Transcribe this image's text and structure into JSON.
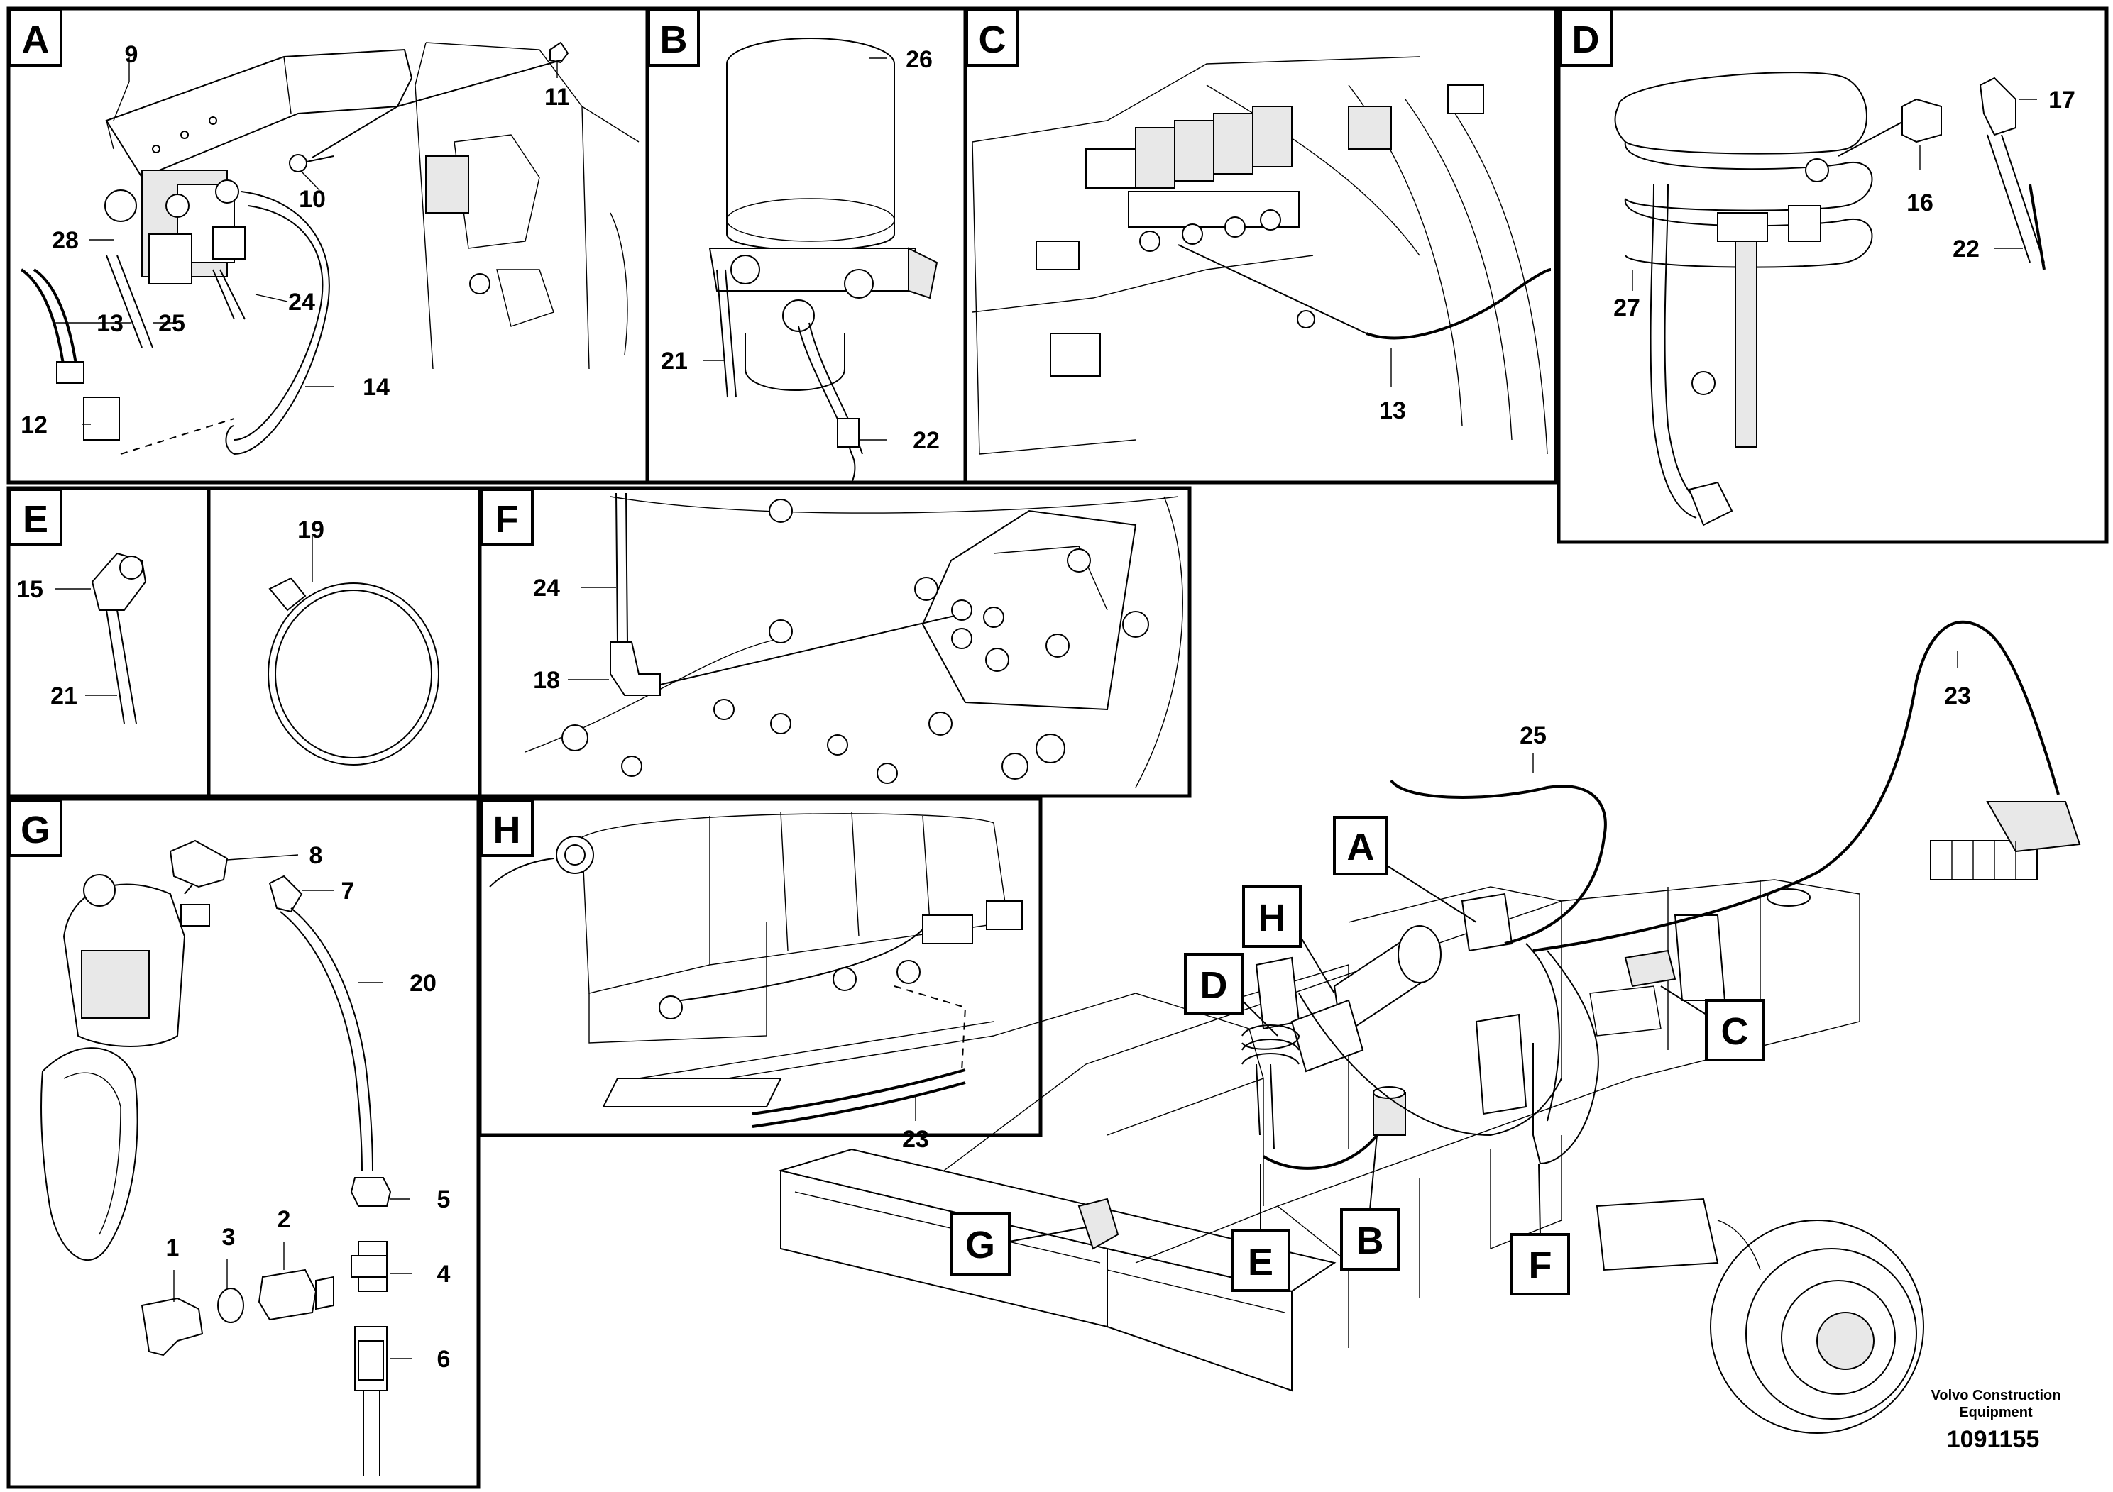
{
  "panels": {
    "A": {
      "letter": "A",
      "labels": {
        "p9": "9",
        "p11": "11",
        "p10": "10",
        "p28": "28",
        "p24": "24",
        "p13": "13",
        "p25": "25",
        "p14": "14",
        "p12": "12"
      }
    },
    "B": {
      "letter": "B",
      "labels": {
        "p26": "26",
        "p21": "21",
        "p22": "22"
      }
    },
    "C": {
      "letter": "C",
      "labels": {
        "p13": "13"
      }
    },
    "D": {
      "letter": "D",
      "labels": {
        "p17": "17",
        "p16": "16",
        "p22": "22",
        "p27": "27"
      }
    },
    "E": {
      "letter": "E",
      "labels": {
        "p15": "15",
        "p21": "21"
      }
    },
    "E2": {
      "labels": {
        "p19": "19"
      }
    },
    "F": {
      "letter": "F",
      "labels": {
        "p24": "24",
        "p18": "18"
      }
    },
    "G": {
      "letter": "G",
      "labels": {
        "p8": "8",
        "p7": "7",
        "p20": "20",
        "p5": "5",
        "p1": "1",
        "p3": "3",
        "p2": "2",
        "p4": "4",
        "p6": "6"
      }
    },
    "H": {
      "letter": "H",
      "labels": {
        "p23": "23"
      }
    }
  },
  "overview": {
    "callouts": {
      "A": "A",
      "H": "H",
      "D": "D",
      "C": "C",
      "G": "G",
      "E": "E",
      "B": "B",
      "F": "F"
    },
    "labels": {
      "p25": "25",
      "p23": "23"
    }
  },
  "footer": {
    "brand_line1": "Volvo Construction",
    "brand_line2": "Equipment",
    "doc_number": "1091155"
  }
}
